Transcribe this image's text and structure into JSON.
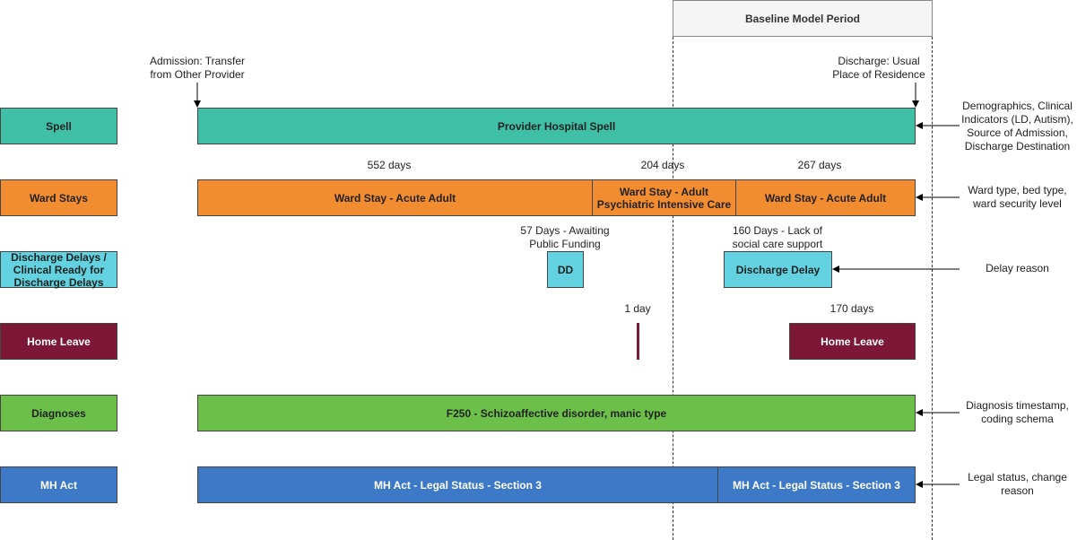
{
  "baseline": {
    "label": "Baseline Model Period"
  },
  "events": {
    "admission": "Admission: Transfer\nfrom Other Provider",
    "discharge": "Discharge: Usual\nPlace of Residence"
  },
  "rows": {
    "spell": "Spell",
    "ward_stays": "Ward Stays",
    "delays": "Discharge Delays /\nClinical Ready for\nDischarge Delays",
    "home_leave": "Home Leave",
    "diagnoses": "Diagnoses",
    "mh_act": "MH Act"
  },
  "bars": {
    "spell": "Provider Hospital Spell",
    "ward1": "Ward Stay - Acute Adult",
    "ward2": "Ward Stay - Adult\nPsychiatric Intensive Care",
    "ward3": "Ward Stay - Acute Adult",
    "dd1": "DD",
    "dd2": "Discharge Delay",
    "home_leave": "Home Leave",
    "diagnosis": "F250 - Schizoaffective disorder, manic type",
    "mh1": "MH Act - Legal Status - Section 3",
    "mh2": "MH Act - Legal Status - Section 3"
  },
  "durations": {
    "ward1": "552 days",
    "ward2": "204 days",
    "ward3": "267 days",
    "dd1": "57 Days - Awaiting\nPublic Funding",
    "dd2": "160 Days - Lack of\nsocial care support",
    "leave1": "1 day",
    "leave2": "170 days"
  },
  "notes": {
    "spell": "Demographics, Clinical\nIndicators (LD, Autism),\nSource of Admission,\nDischarge Destination",
    "ward": "Ward type, bed type,\nward security level",
    "delay": "Delay reason",
    "diagnosis": "Diagnosis timestamp,\ncoding schema",
    "mh": "Legal status, change\nreason"
  },
  "colors": {
    "spell": "#40bfa7",
    "ward": "#f28c31",
    "delay": "#62d2e0",
    "home_leave": "#7d1738",
    "diagnosis": "#6cc04a",
    "mh_act": "#3e79c8"
  }
}
